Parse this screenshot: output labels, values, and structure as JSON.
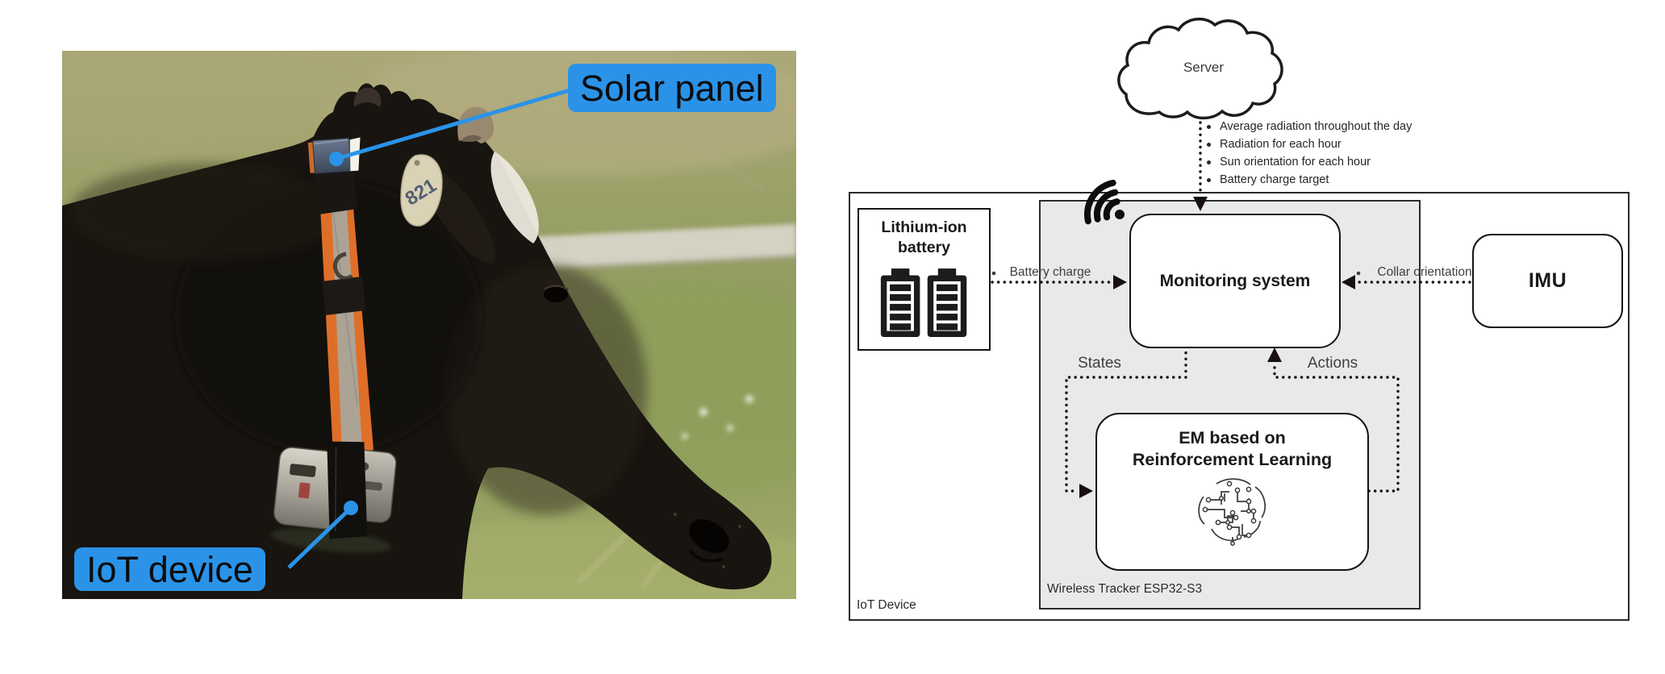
{
  "photo": {
    "solar_panel_label": "Solar panel",
    "iot_device_label": "IoT device",
    "ear_tag": "821",
    "callout_color": "#2a93e8"
  },
  "diagram": {
    "server": "Server",
    "server_outputs": [
      "Average radiation throughout the day",
      "Radiation for each hour",
      "Sun orientation for each hour",
      "Battery charge target"
    ],
    "iot_device_box": "IoT Device",
    "tracker_box": "Wireless Tracker ESP32-S3",
    "battery_box": "Lithium-ion battery",
    "monitoring_box": "Monitoring system",
    "imu_box": "IMU",
    "em_box": "EM based on Reinforcement Learning",
    "edge_battery": "Battery charge",
    "edge_collar": "Collar orientation",
    "edge_states": "States",
    "edge_actions": "Actions",
    "colors": {
      "tracker_bg": "#e9e9e9",
      "stroke": "#181010"
    }
  }
}
